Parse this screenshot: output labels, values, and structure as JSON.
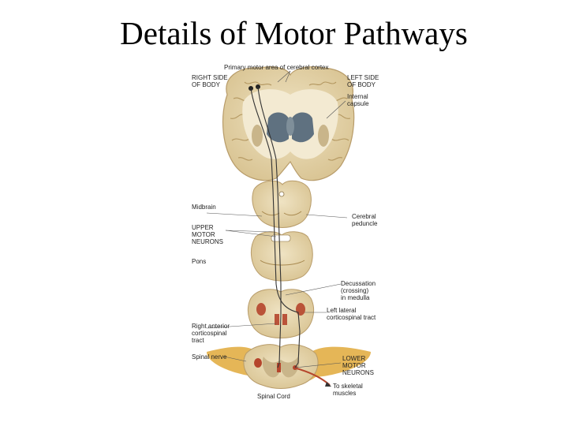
{
  "title": "Details of Motor Pathways",
  "labels": {
    "primary_motor": "Primary motor area of cerebral cortex",
    "right_side_1": "RIGHT SIDE",
    "right_side_2": "OF BODY",
    "left_side_1": "LEFT SIDE",
    "left_side_2": "OF BODY",
    "internal_capsule_1": "Internal",
    "internal_capsule_2": "capsule",
    "midbrain": "Midbrain",
    "cerebral_peduncle_1": "Cerebral",
    "cerebral_peduncle_2": "peduncle",
    "upper_motor_1": "UPPER",
    "upper_motor_2": "MOTOR",
    "upper_motor_3": "NEURONS",
    "pons": "Pons",
    "decussation_1": "Decussation",
    "decussation_2": "(crossing)",
    "decussation_3": "in medulla",
    "left_lateral_1": "Left lateral",
    "left_lateral_2": "corticospinal tract",
    "right_anterior_1": "Right anterior",
    "right_anterior_2": "corticospinal",
    "right_anterior_3": "tract",
    "spinal_nerve": "Spinal nerve",
    "lower_motor_1": "LOWER",
    "lower_motor_2": "MOTOR",
    "lower_motor_3": "NEURONS",
    "skeletal_1": "To skeletal",
    "skeletal_2": "muscles",
    "spinal_cord": "Spinal Cord"
  },
  "colors": {
    "tissue": "#e8d9b3",
    "tissue_edge": "#b89c6a",
    "gray_matter": "#c9b58a",
    "ventricle": "#5f7180",
    "tract": "#333333",
    "red_nucleus": "#b5452c",
    "nerve": "#e0a93a"
  }
}
